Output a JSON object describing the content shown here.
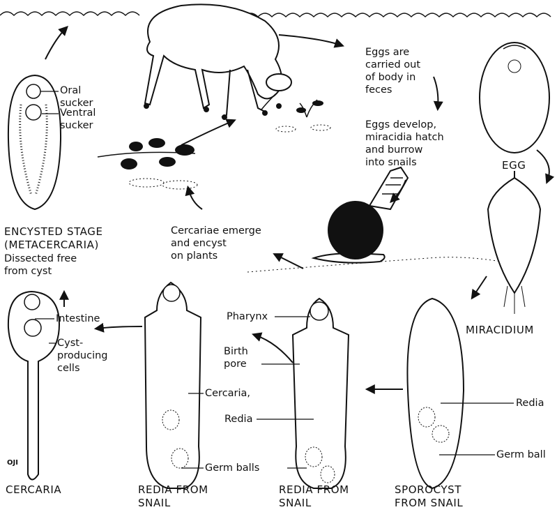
{
  "signature": "OJI",
  "steps": {
    "eggs_out": [
      "Eggs are",
      "carried out",
      "of body in",
      "feces"
    ],
    "develop": [
      "Eggs develop,",
      "miracidia hatch",
      "and burrow",
      "into snails"
    ],
    "emerge": [
      "Cercariae emerge",
      "and encyst",
      "on plants"
    ]
  },
  "labels": {
    "oral_sucker": [
      "Oral",
      "sucker"
    ],
    "ventral_sucker": [
      "Ventral",
      "sucker"
    ],
    "intestine": "Intestine",
    "cyst_cells": [
      "Cyst-",
      "producing",
      "cells"
    ],
    "pharynx": "Pharynx",
    "birth_pore": [
      "Birth",
      "pore"
    ],
    "cercaria": "Cercaria,",
    "redia_a": "Redia",
    "germ_balls": "Germ balls",
    "redia_b": "Redia",
    "germ_ball": "Germ ball"
  },
  "captions": {
    "encysted": [
      "ENCYSTED STAGE",
      "(METACERCARIA)"
    ],
    "encysted_note": [
      "Dissected free",
      "from cyst"
    ],
    "egg": "EGG",
    "miracidium": "MIRACIDIUM",
    "cercaria": "CERCARIA",
    "redia_1": [
      "REDIA  FROM",
      "SNAIL"
    ],
    "redia_2": [
      "REDIA  FROM",
      "SNAIL"
    ],
    "sporocyst": [
      "SPOROCYST",
      "FROM SNAIL"
    ]
  }
}
